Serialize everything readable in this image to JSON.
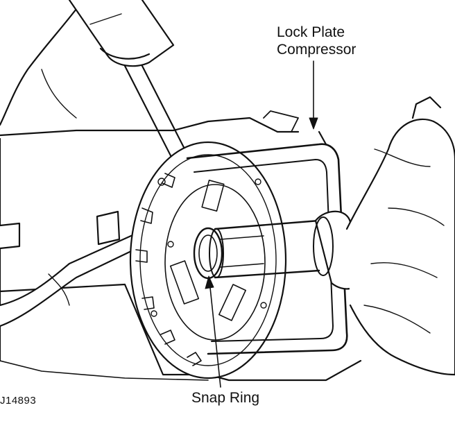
{
  "labels": {
    "lock_plate_line1": "Lock Plate",
    "lock_plate_line2": "Compressor",
    "snap_ring": "Snap Ring",
    "figure_id": "J14893"
  }
}
